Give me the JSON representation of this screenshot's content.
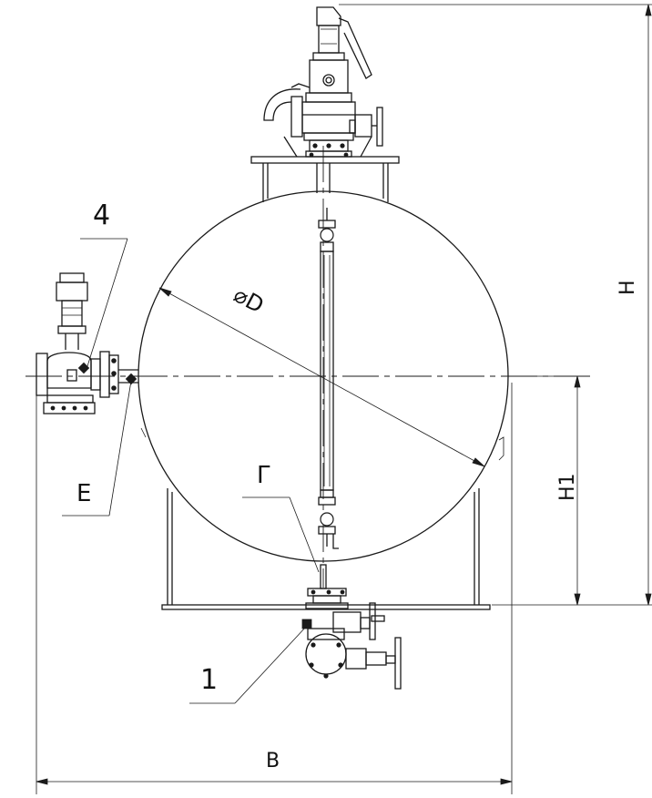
{
  "labels": {
    "callout_4": "4",
    "callout_E": "E",
    "callout_G": "Г",
    "callout_1": "1",
    "dim_D": "⌀D",
    "dim_H": "H",
    "dim_H1": "H1",
    "dim_B": "B"
  },
  "colors": {
    "line": "#1a1a1a",
    "background": "#ffffff"
  }
}
